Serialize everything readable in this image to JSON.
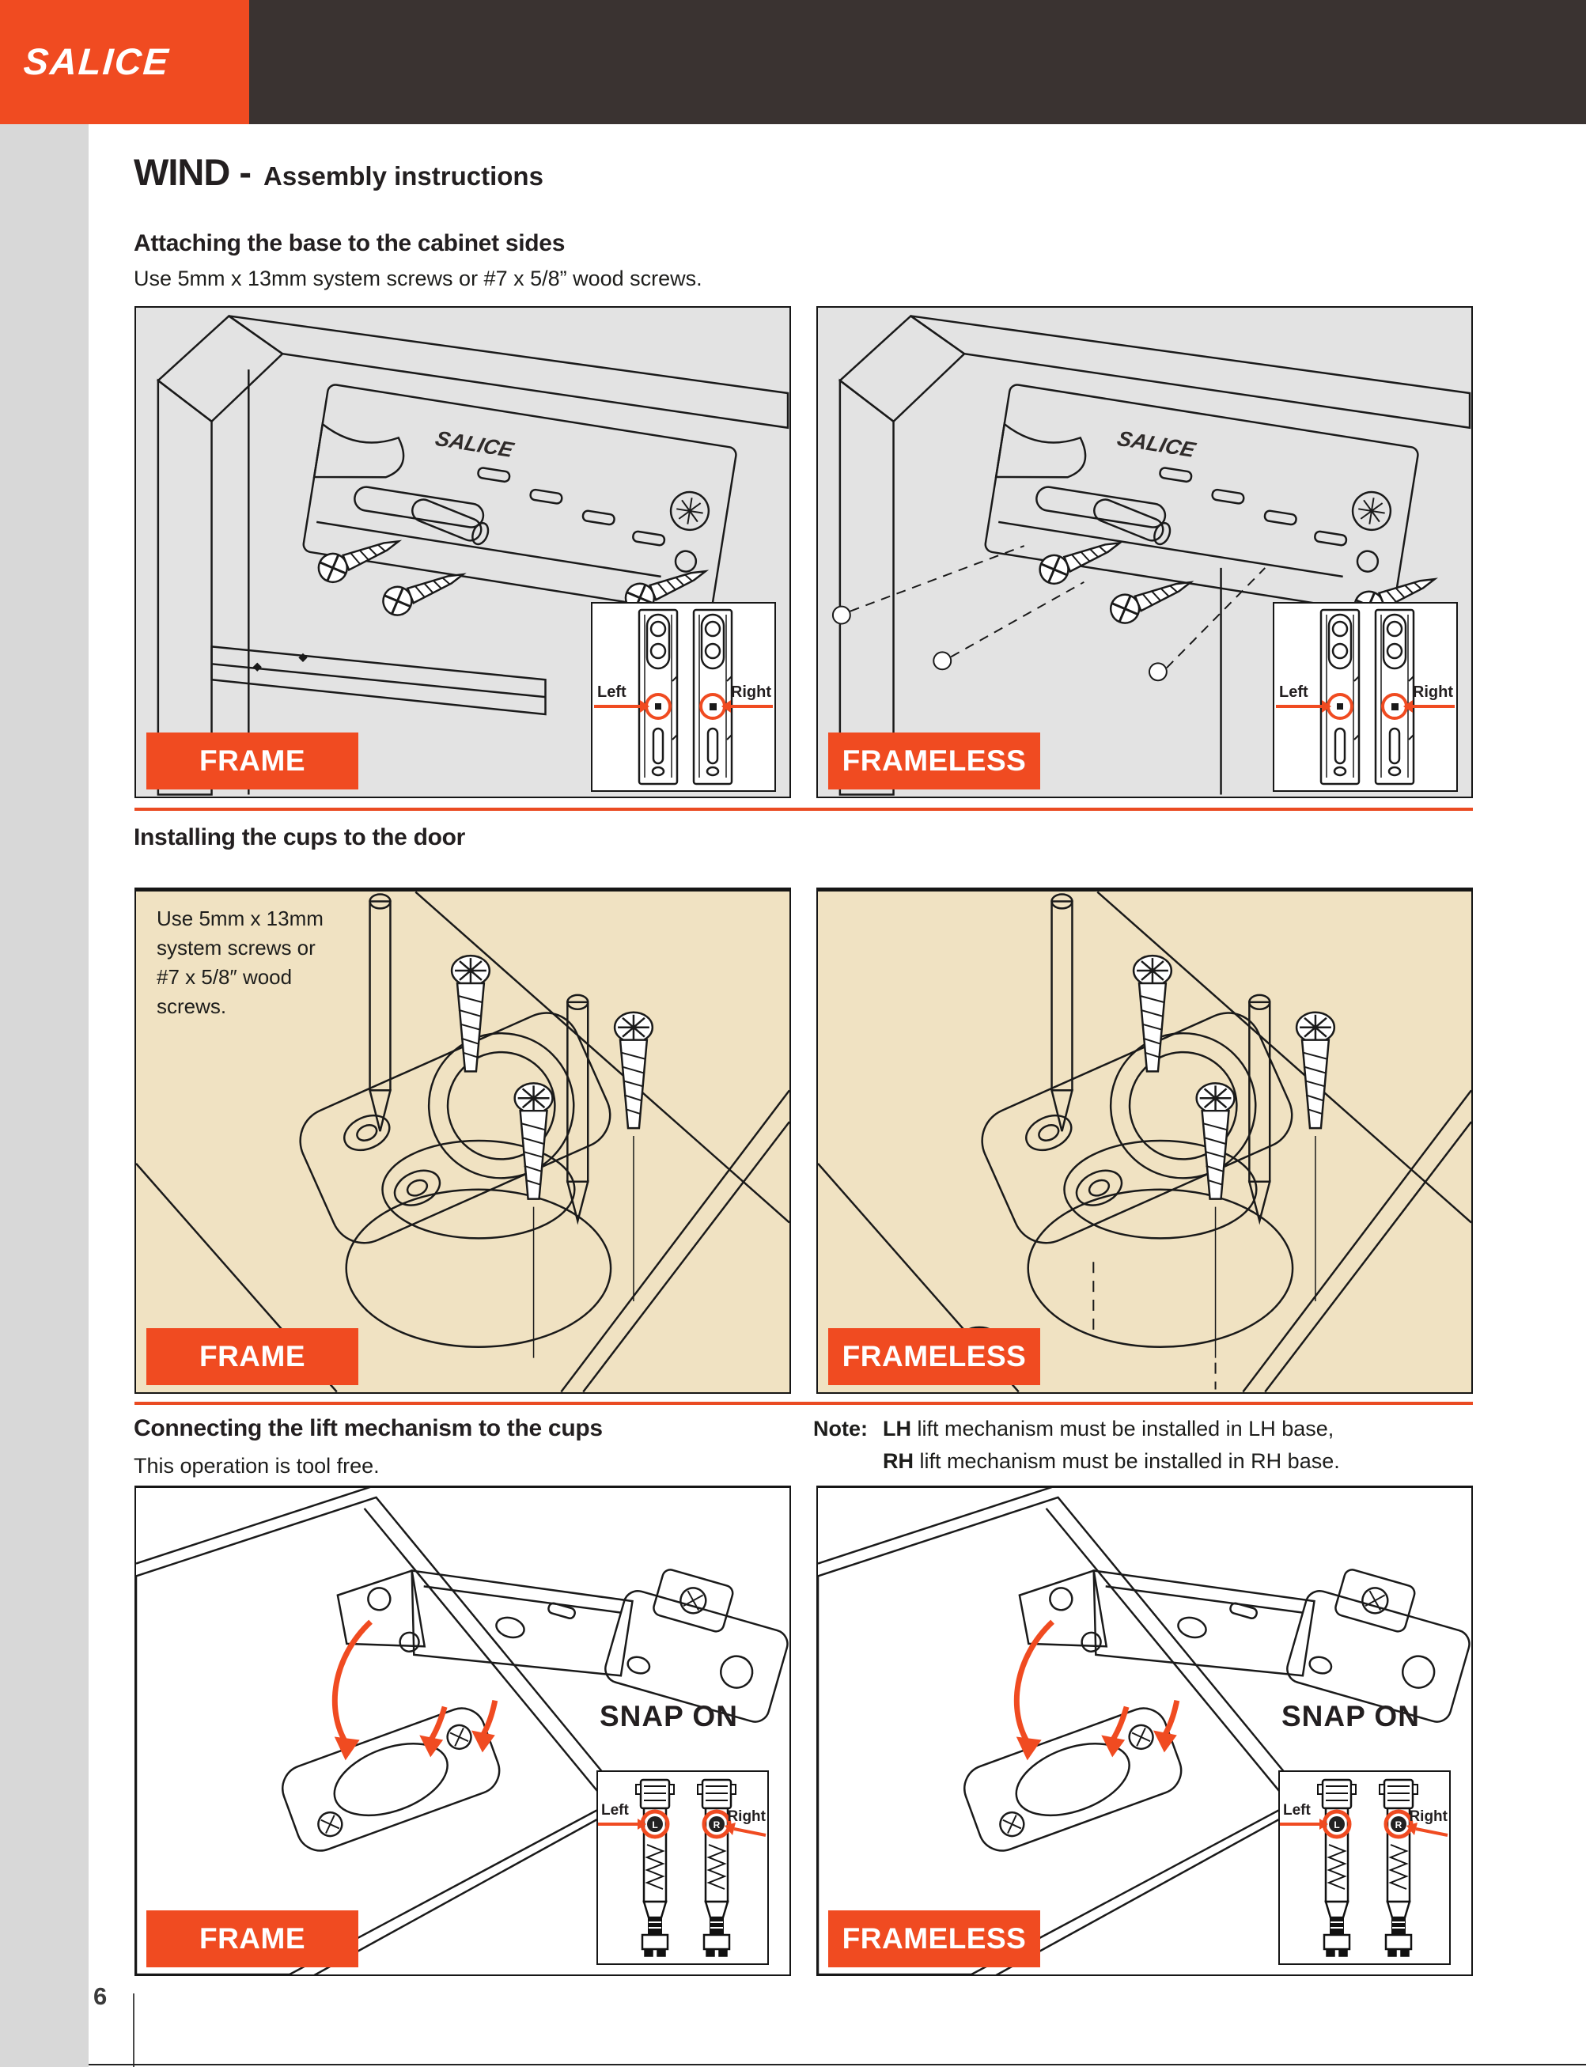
{
  "page": {
    "brand": "SALICE",
    "number": "6"
  },
  "header": {
    "title": "WIND -",
    "subtitle": "Assembly instructions"
  },
  "colors": {
    "accent": "#F04B21",
    "header_dark": "#3A3331",
    "side_stripe": "#D8D8D8",
    "panel_gray": "#E3E3E3",
    "panel_beige": "#F0E2C2",
    "divider": "#EA4B22"
  },
  "sections": [
    {
      "heading": "Attaching the base to the cabinet sides",
      "body": "Use 5mm x 13mm system screws or #7 x 5/8” wood screws.",
      "panels": [
        {
          "badge": "FRAME",
          "plate_brand": "SALICE",
          "inset": {
            "left": "Left",
            "right": "Right"
          }
        },
        {
          "badge": "FRAMELESS",
          "plate_brand": "SALICE",
          "inset": {
            "left": "Left",
            "right": "Right"
          }
        }
      ]
    },
    {
      "heading": "Installing the cups to the door",
      "note": "Use 5mm x 13mm\nsystem screws or\n#7 x 5/8″ wood\nscrews.",
      "panels": [
        {
          "badge": "FRAME"
        },
        {
          "badge": "FRAMELESS"
        }
      ]
    },
    {
      "heading": "Connecting the lift mechanism to the cups",
      "body": "This operation is tool free.",
      "note": {
        "label": "Note:",
        "l1b": "LH",
        "l1": " lift mechanism must be installed in LH base,",
        "l2b": "RH",
        "l2": " lift mechanism must be installed in RH base."
      },
      "panels": [
        {
          "badge": "FRAME",
          "snap_on": "SNAP ON",
          "inset": {
            "left": "Left",
            "right": "Right",
            "l": "L",
            "r": "R"
          }
        },
        {
          "badge": "FRAMELESS",
          "snap_on": "SNAP ON",
          "inset": {
            "left": "Left",
            "right": "Right",
            "l": "L",
            "r": "R"
          }
        }
      ]
    }
  ]
}
